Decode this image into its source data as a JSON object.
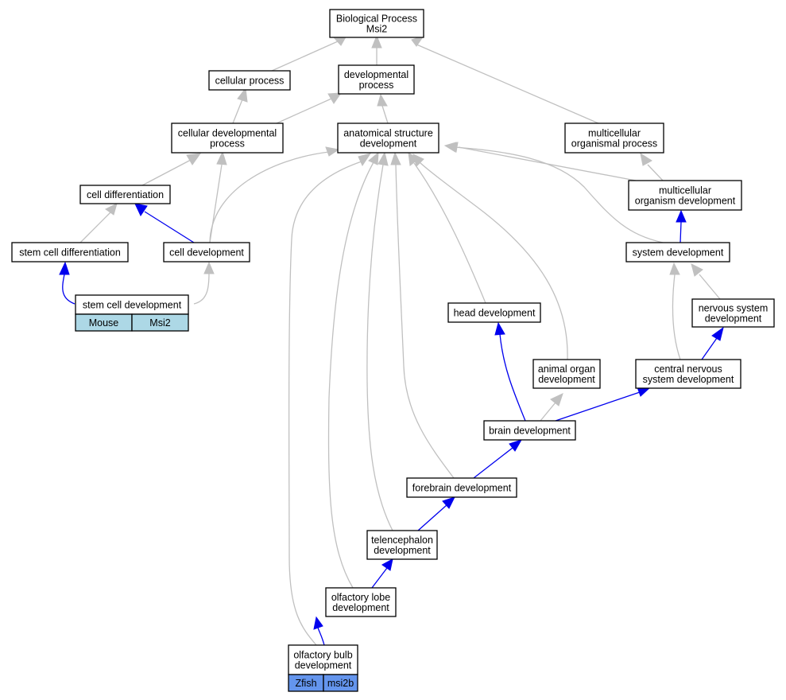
{
  "nodes": {
    "bp": [
      "Biological Process",
      "Msi2"
    ],
    "cellular_process": [
      "cellular process"
    ],
    "developmental_process": [
      "developmental",
      "process"
    ],
    "cellular_developmental_process": [
      "cellular developmental",
      "process"
    ],
    "anatomical_structure_development": [
      "anatomical structure",
      "development"
    ],
    "multicellular_organismal_process": [
      "multicellular",
      "organismal process"
    ],
    "cell_differentiation": [
      "cell differentiation"
    ],
    "multicellular_organism_development": [
      "multicellular",
      "organism development"
    ],
    "stem_cell_differentiation": [
      "stem cell differentiation"
    ],
    "cell_development": [
      "cell development"
    ],
    "system_development": [
      "system development"
    ],
    "stem_cell_development": [
      "stem cell development"
    ],
    "nervous_system_development": [
      "nervous system",
      "development"
    ],
    "head_development": [
      "head development"
    ],
    "animal_organ_development": [
      "animal organ",
      "development"
    ],
    "central_nervous_system_development": [
      "central nervous",
      "system development"
    ],
    "brain_development": [
      "brain development"
    ],
    "forebrain_development": [
      "forebrain development"
    ],
    "telencephalon_development": [
      "telencephalon",
      "development"
    ],
    "olfactory_lobe_development": [
      "olfactory lobe",
      "development"
    ],
    "olfactory_bulb_development": [
      "olfactory bulb",
      "development"
    ]
  },
  "annotations": {
    "stem_cell_development": {
      "species": "Mouse",
      "gene": "Msi2",
      "color": "#add8e6"
    },
    "olfactory_bulb_development": {
      "species": "Zfish",
      "gene": "msi2b",
      "color": "#6495ed"
    }
  },
  "edge_colors": {
    "is_a": "#c0c0c0",
    "part_of": "#0000ee"
  }
}
